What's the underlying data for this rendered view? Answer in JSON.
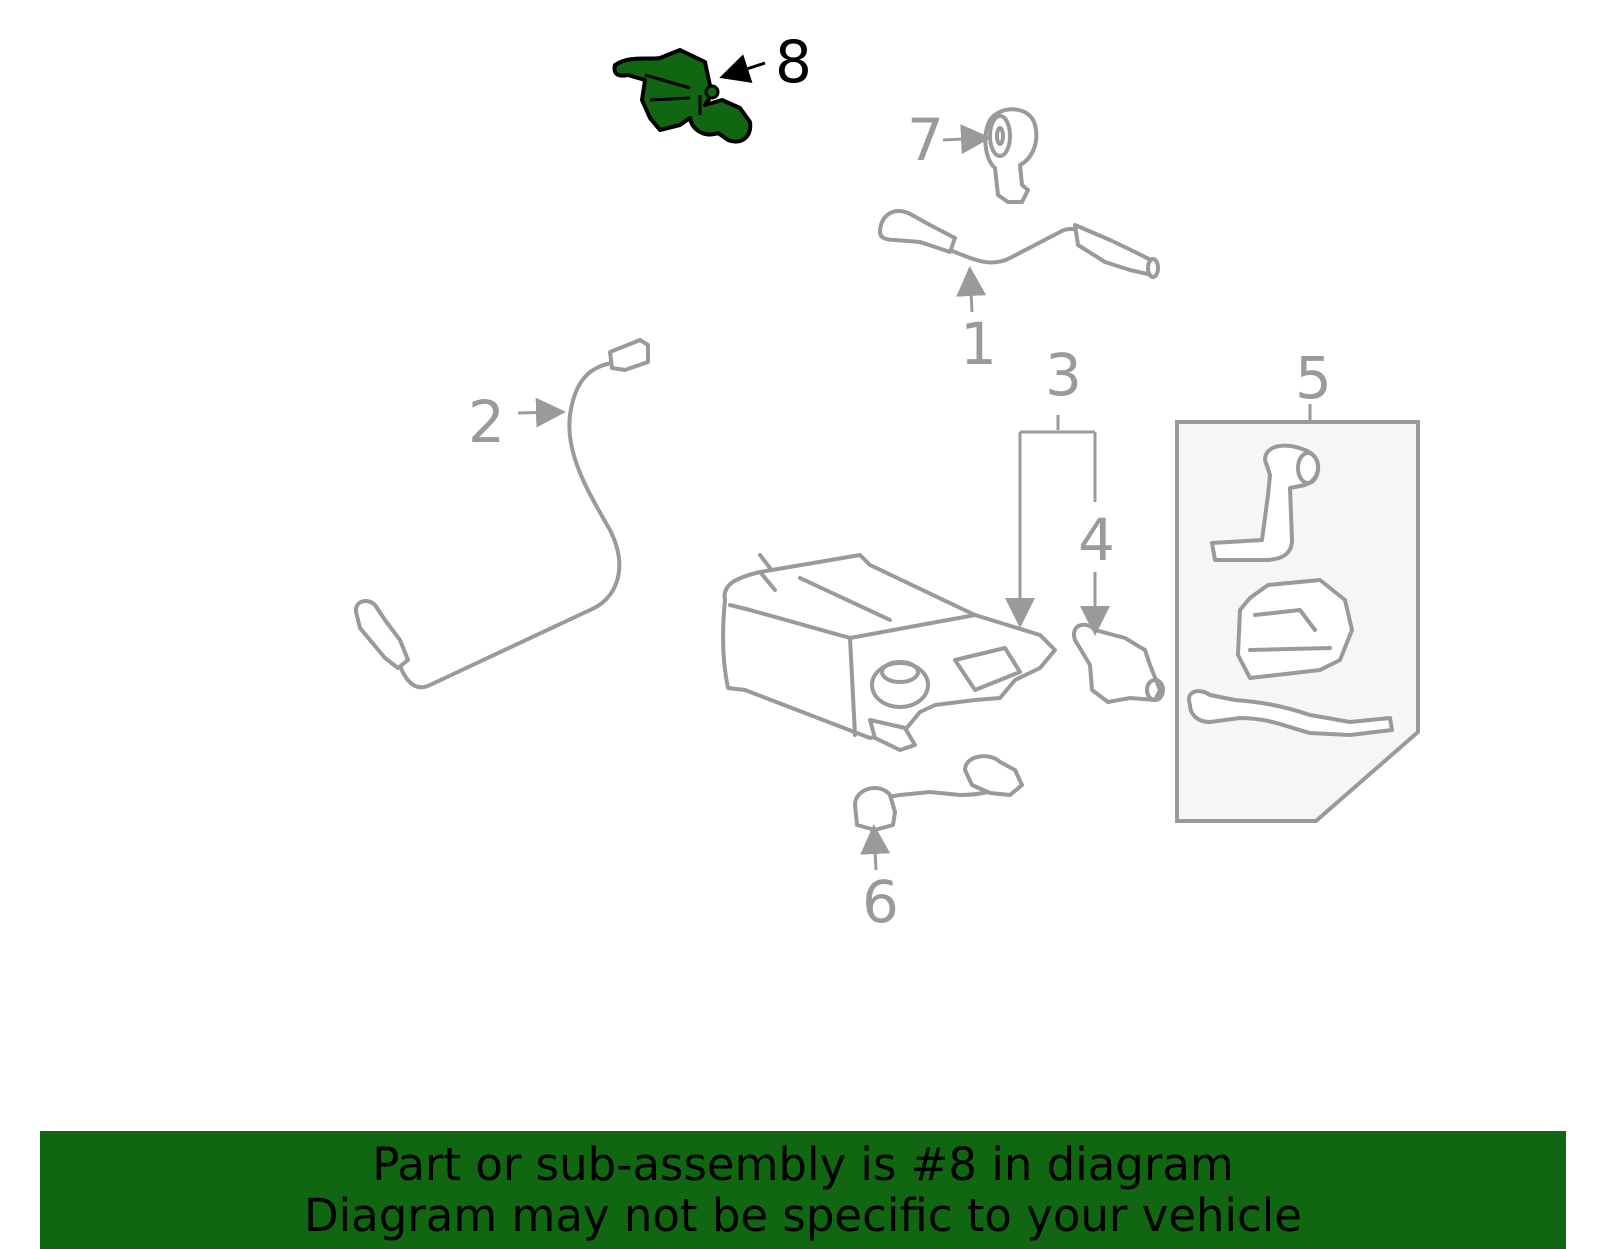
{
  "callouts": {
    "c1": "1",
    "c2": "2",
    "c3": "3",
    "c4": "4",
    "c5": "5",
    "c6": "6",
    "c7": "7",
    "c8": "8"
  },
  "highlight_color": "#116611",
  "part_color": "#9a9a9a",
  "banner": {
    "line1": "Part or sub-assembly is #8 in diagram",
    "line2": "Diagram may not be specific to your vehicle"
  }
}
